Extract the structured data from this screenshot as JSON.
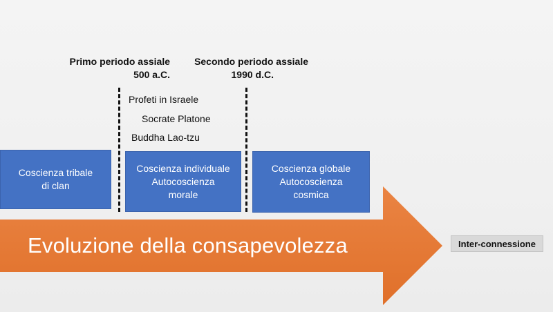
{
  "periods": [
    {
      "title": "Primo periodo assiale",
      "date": "500 a.C."
    },
    {
      "title": "Secondo periodo assiale",
      "date": "1990 d.C."
    }
  ],
  "figures": [
    "Profeti in Israele",
    "Socrate Platone",
    "Buddha Lao-tzu"
  ],
  "boxes": [
    {
      "lines": [
        "Coscienza tribale",
        "di clan"
      ]
    },
    {
      "lines": [
        "Coscienza individuale",
        "Autocoscienza",
        "morale"
      ]
    },
    {
      "lines": [
        "Coscienza globale",
        "Autocoscienza",
        "cosmica"
      ]
    }
  ],
  "arrow": {
    "label": "Evoluzione della consapevolezza",
    "color": "#e5772f"
  },
  "target": {
    "label": "Inter-connessione"
  },
  "colors": {
    "box": "#4472c4",
    "background": "#f2f2f2"
  }
}
